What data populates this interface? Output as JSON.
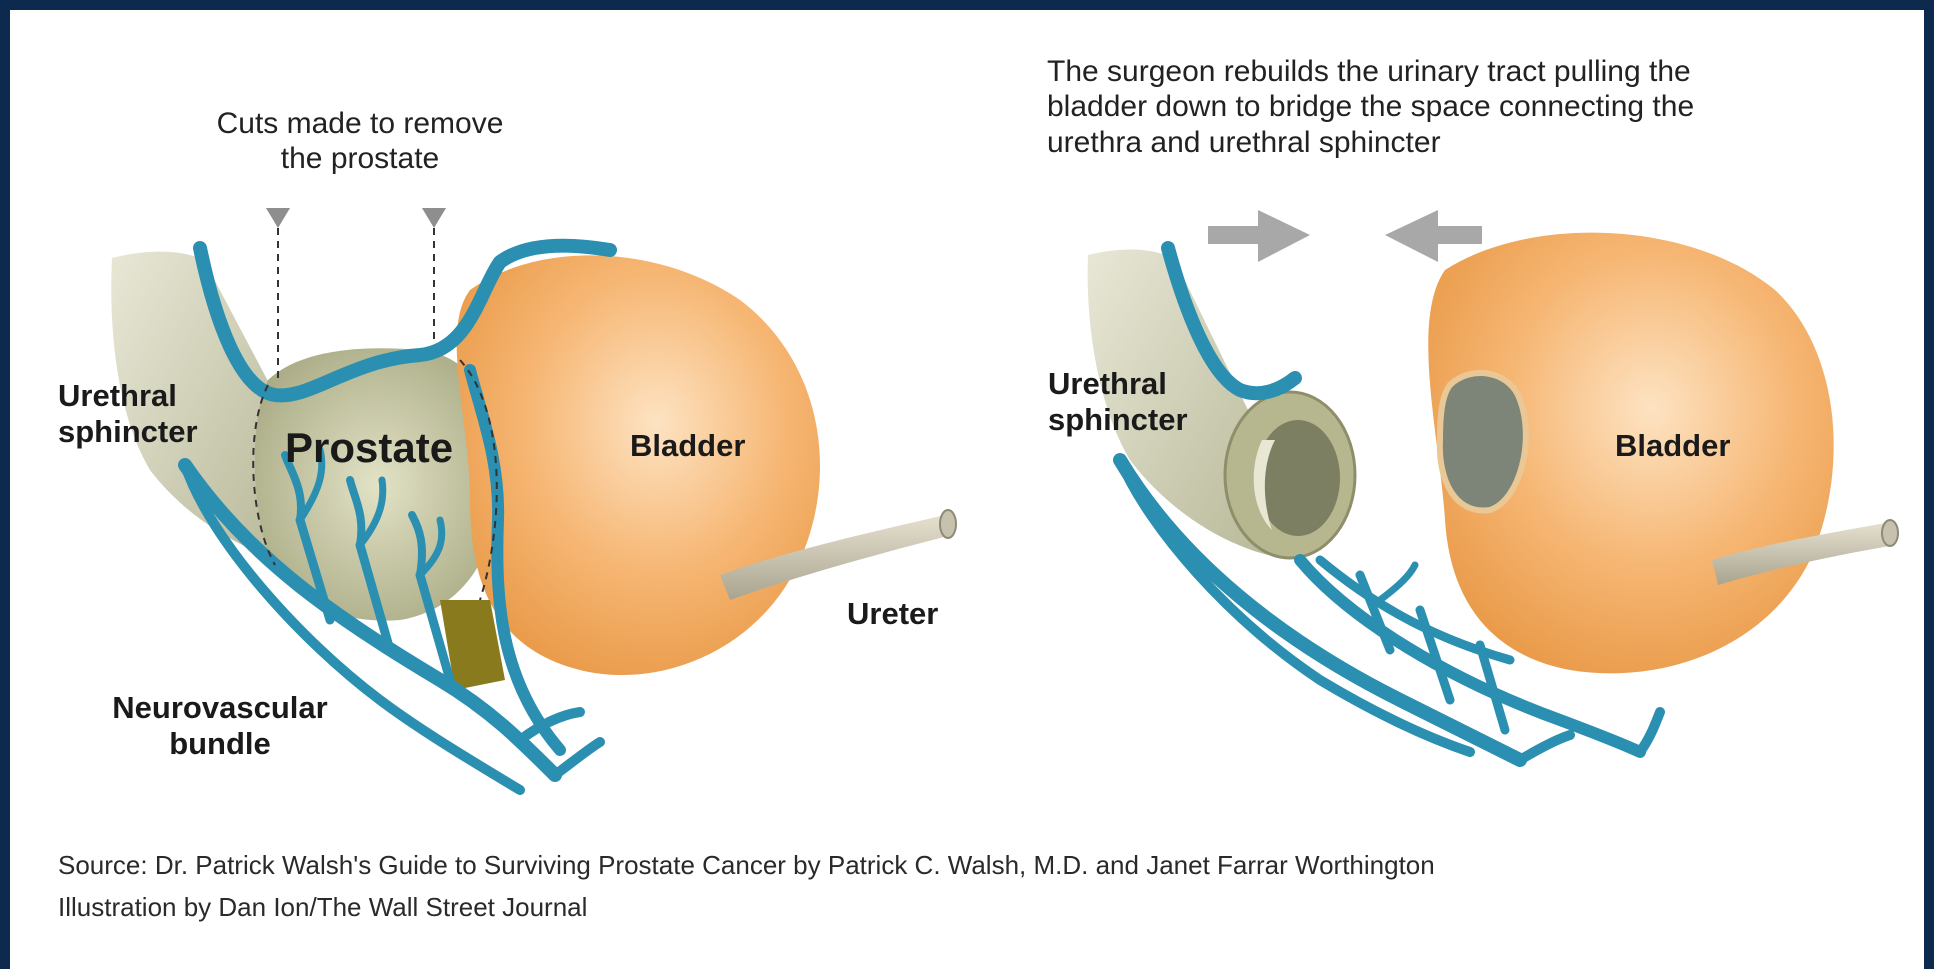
{
  "left_diagram": {
    "cuts_caption_line1": "Cuts made to remove",
    "cuts_caption_line2": "the prostate",
    "urethral_sphincter_line1": "Urethral",
    "urethral_sphincter_line2": "sphincter",
    "prostate": "Prostate",
    "bladder": "Bladder",
    "ureter": "Ureter",
    "neurovascular_line1": "Neurovascular",
    "neurovascular_line2": "bundle"
  },
  "right_diagram": {
    "caption_line1": "The surgeon rebuilds the urinary tract pulling the",
    "caption_line2": "bladder down to bridge the space connecting the",
    "caption_line3": "urethra and urethral sphincter",
    "urethral_sphincter_line1": "Urethral",
    "urethral_sphincter_line2": "sphincter",
    "bladder": "Bladder"
  },
  "credits": {
    "source": "Source: Dr. Patrick Walsh's Guide to Surviving Prostate Cancer by Patrick C. Walsh, M.D. and Janet Farrar Worthington",
    "illustration": "Illustration by Dan Ion/The Wall Street Journal"
  },
  "colors": {
    "frame": "#0d2a4e",
    "bladder": "#f2a95a",
    "nerve": "#2a8fb0",
    "urethra": "#d9d8bd",
    "prostate": "#c8c99e"
  }
}
